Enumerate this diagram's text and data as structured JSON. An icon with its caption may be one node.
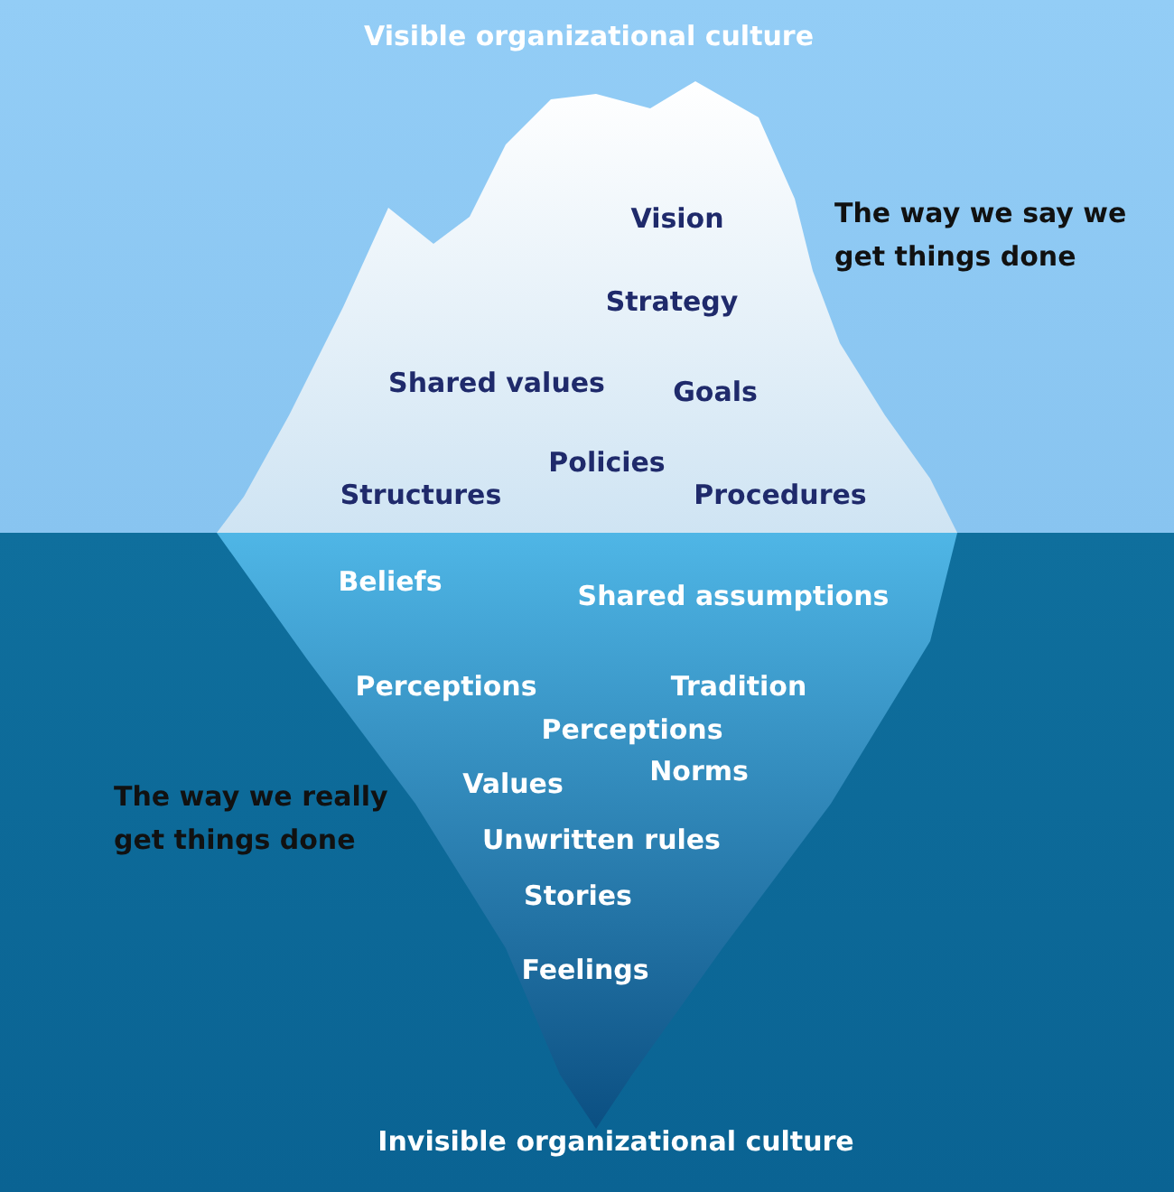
{
  "diagram": {
    "nodes": [
      {
        "text": [
          "Visible organizational culture",
          "The way we say we get things done"
        ]
      },
      {
        "text": [
          "Vision",
          "Strategy",
          "Shared values",
          "Goals",
          "Policies",
          "Structures",
          "Procedures"
        ],
        "in": 0
      },
      {
        "text": [
          "The way we really get things done",
          "Invisible organizational culture"
        ]
      },
      {
        "text": [
          "Beliefs",
          "Shared assumptions",
          "Perceptions",
          "Tradition",
          "Perceptions",
          "Norms",
          "Values",
          "Unwritten rules",
          "Stories",
          "Feelings"
        ],
        "in": 2
      }
    ],
    "edges": []
  }
}
